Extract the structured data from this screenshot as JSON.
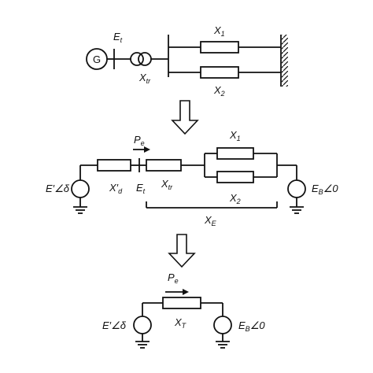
{
  "stage1": {
    "generator": "G",
    "terminal_voltage": {
      "base": "E",
      "sub": "t"
    },
    "transformer": {
      "base": "X",
      "sub": "tr"
    },
    "line1": {
      "base": "X",
      "sub": "1"
    },
    "line2": {
      "base": "X",
      "sub": "2"
    }
  },
  "stage2": {
    "power": {
      "base": "P",
      "sub": "e"
    },
    "gen_emf": "E′∠δ",
    "reactance_d": {
      "base": "X′",
      "sub": "d"
    },
    "terminal_voltage": {
      "base": "E",
      "sub": "t"
    },
    "transformer": {
      "base": "X",
      "sub": "tr"
    },
    "line1": {
      "base": "X",
      "sub": "1"
    },
    "line2": {
      "base": "X",
      "sub": "2"
    },
    "equivalent": {
      "base": "X",
      "sub": "E"
    },
    "infinite_bus": {
      "base": "E",
      "sub": "B",
      "suffix": "∠0"
    }
  },
  "stage3": {
    "power": {
      "base": "P",
      "sub": "e"
    },
    "gen_emf": "E′∠δ",
    "total": {
      "base": "X",
      "sub": "T"
    },
    "infinite_bus": {
      "base": "E",
      "sub": "B",
      "suffix": "∠0"
    }
  }
}
